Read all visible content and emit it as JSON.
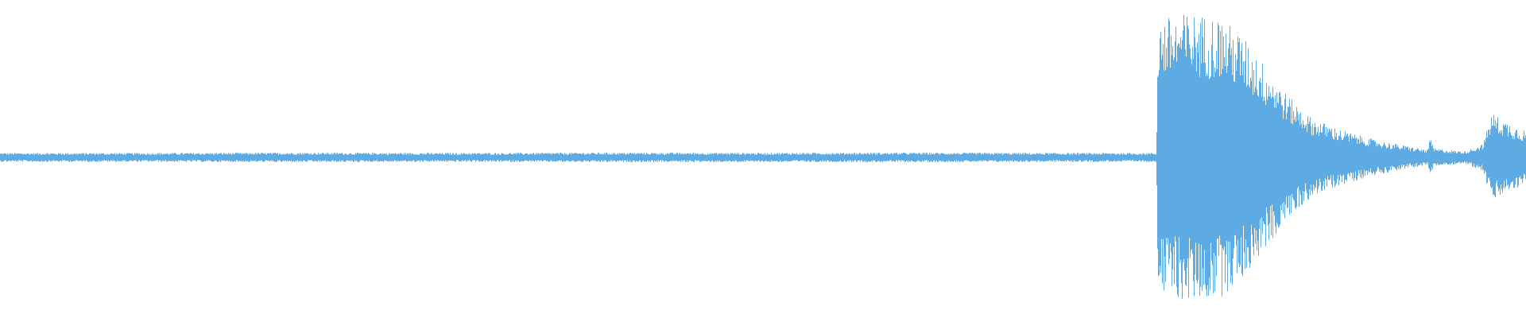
{
  "waveform": {
    "color": "#5DABE2",
    "background": "#FFFFFF",
    "envelope": [
      {
        "t": 0.0,
        "amp": 0.03
      },
      {
        "t": 0.1,
        "amp": 0.03
      },
      {
        "t": 0.2,
        "amp": 0.032
      },
      {
        "t": 0.3,
        "amp": 0.03
      },
      {
        "t": 0.4,
        "amp": 0.032
      },
      {
        "t": 0.5,
        "amp": 0.031
      },
      {
        "t": 0.6,
        "amp": 0.032
      },
      {
        "t": 0.7,
        "amp": 0.03
      },
      {
        "t": 0.758,
        "amp": 0.03
      },
      {
        "t": 0.759,
        "amp": 0.92
      },
      {
        "t": 0.78,
        "amp": 0.96
      },
      {
        "t": 0.8,
        "amp": 0.93
      },
      {
        "t": 0.815,
        "amp": 0.8
      },
      {
        "t": 0.83,
        "amp": 0.6
      },
      {
        "t": 0.845,
        "amp": 0.4
      },
      {
        "t": 0.86,
        "amp": 0.26
      },
      {
        "t": 0.88,
        "amp": 0.18
      },
      {
        "t": 0.9,
        "amp": 0.12
      },
      {
        "t": 0.92,
        "amp": 0.08
      },
      {
        "t": 0.936,
        "amp": 0.05
      },
      {
        "t": 0.937,
        "amp": 0.14
      },
      {
        "t": 0.94,
        "amp": 0.06
      },
      {
        "t": 0.96,
        "amp": 0.04
      },
      {
        "t": 0.972,
        "amp": 0.09
      },
      {
        "t": 0.978,
        "amp": 0.3
      },
      {
        "t": 0.985,
        "amp": 0.25
      },
      {
        "t": 1.0,
        "amp": 0.18
      }
    ]
  }
}
